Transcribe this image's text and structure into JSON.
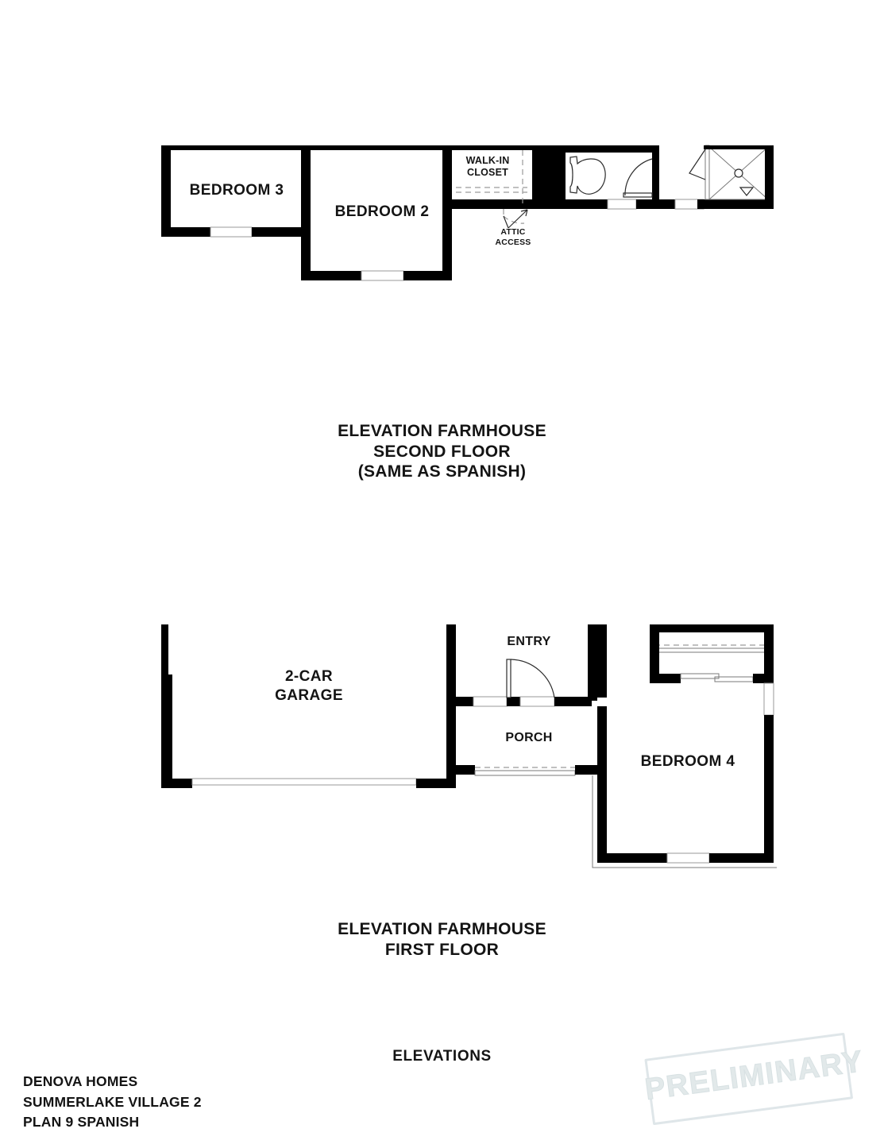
{
  "document": {
    "sheet_title": "ELEVATIONS",
    "builder": "DENOVA HOMES",
    "community": "SUMMERLAKE VILLAGE 2",
    "plan": "PLAN 9 SPANISH",
    "stamp": "PRELIMINARY"
  },
  "plans": {
    "second_floor": {
      "caption_line1": "ELEVATION FARMHOUSE",
      "caption_line2": "SECOND FLOOR",
      "caption_line3": "(SAME AS SPANISH)",
      "rooms": [
        {
          "name": "BEDROOM 3"
        },
        {
          "name": "BEDROOM 2"
        },
        {
          "name": "WALK-IN",
          "name2": "CLOSET"
        },
        {
          "name": "ATTIC",
          "name2": "ACCESS"
        }
      ],
      "labels": {
        "bedroom3": "BEDROOM 3",
        "bedroom2": "BEDROOM 2",
        "walkin_line1": "WALK-IN",
        "walkin_line2": "CLOSET",
        "attic_line1": "ATTIC",
        "attic_line2": "ACCESS"
      },
      "fixtures": [
        "toilet",
        "door-swing",
        "shower"
      ]
    },
    "first_floor": {
      "caption_line1": "ELEVATION FARMHOUSE",
      "caption_line2": "FIRST FLOOR",
      "labels": {
        "garage_line1": "2-CAR",
        "garage_line2": "GARAGE",
        "entry": "ENTRY",
        "porch": "PORCH",
        "bedroom4": "BEDROOM 4"
      },
      "fixtures": [
        "entry-door-swing",
        "garage-door",
        "closet",
        "windows"
      ]
    }
  },
  "colors": {
    "wall": "#000000",
    "paper": "#ffffff",
    "text": "#141414",
    "stamp": "#e2e9ea",
    "thin_line": "#7a7a7a"
  }
}
